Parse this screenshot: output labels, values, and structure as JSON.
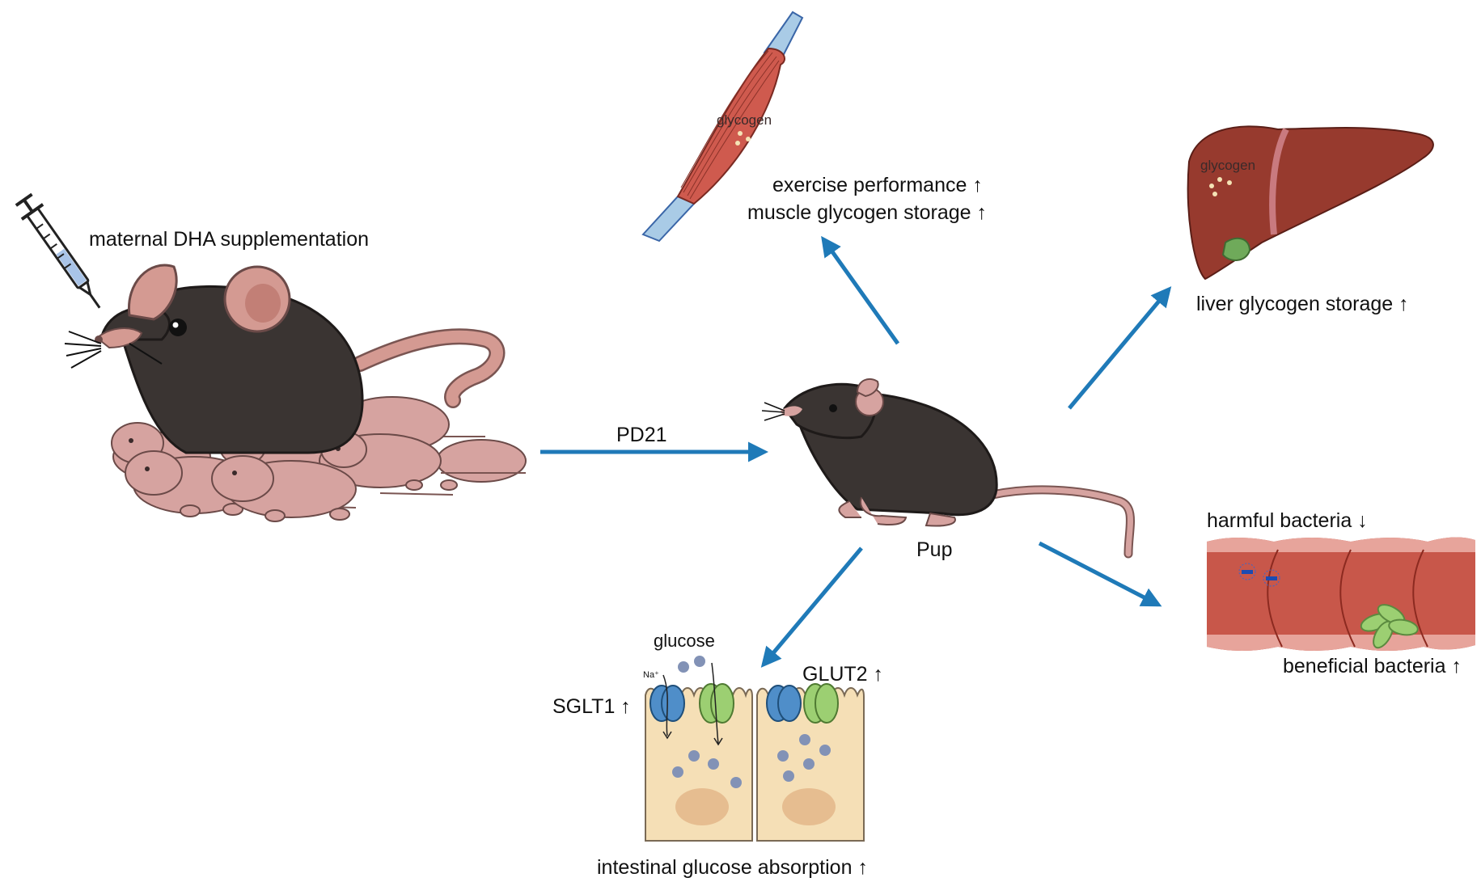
{
  "labels": {
    "maternal": "maternal DHA supplementation",
    "pd21": "PD21",
    "pup": "Pup",
    "exercise": "exercise performance",
    "muscle_glycogen": "muscle glycogen storage",
    "muscle_tag": "glycogen",
    "liver_glycogen": "liver glycogen storage",
    "liver_tag": "glycogen",
    "harmful": "harmful bacteria",
    "beneficial": "beneficial bacteria",
    "glucose": "glucose",
    "na": "Na⁺",
    "sglt1": "SGLT1",
    "glut2": "GLUT2",
    "absorption": "intestinal glucose absorption"
  },
  "arrows": {
    "up": "↑",
    "down": "↓"
  },
  "colors": {
    "arrow": "#1f7ab8",
    "mouse_body": "#3a3432",
    "mouse_pink": "#d49a92",
    "pup_pink": "#d6a3a0",
    "muscle": "#cf5a4e",
    "tendon": "#a9cbe6",
    "liver": "#973a2e",
    "gut": "#c8574a",
    "cell": "#f5dfb6",
    "sglt1": "#4f8ec9",
    "glut2": "#9ccf72",
    "glucose_dot": "#8292b6"
  },
  "icons": [
    "syringe-icon",
    "mother-mouse-icon",
    "pup-mouse-icon",
    "muscle-icon",
    "liver-icon",
    "intestine-icon",
    "enterocyte-icon"
  ]
}
